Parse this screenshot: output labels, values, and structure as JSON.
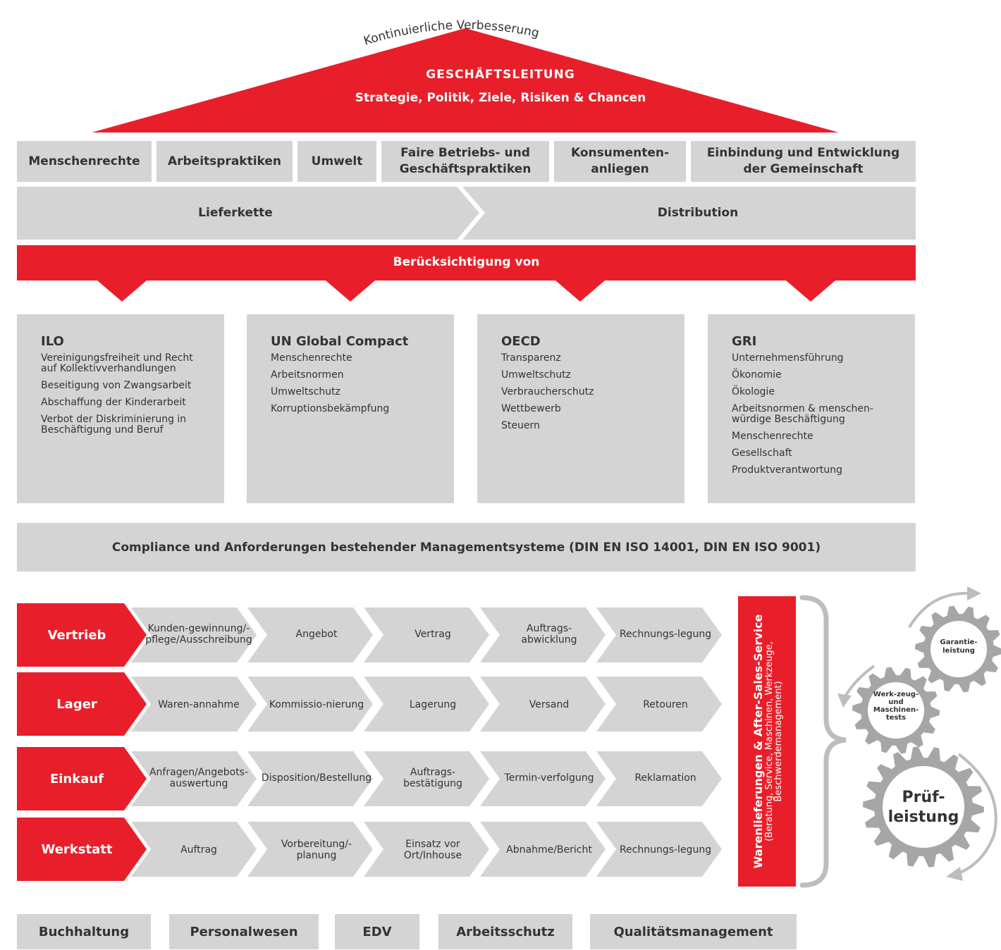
{
  "roof": {
    "arc_text": "Kontinuierliche Verbesserung",
    "title": "GESCHÄFTSLEITUNG",
    "subtitle": "Strategie, Politik, Ziele, Risiken & Chancen"
  },
  "pillars": [
    "Menschenrechte",
    "Arbeitspraktiken",
    "Umwelt",
    "Faire Betriebs- und Geschäftspraktiken",
    "Konsumenten-anliegen",
    "Einbindung und Entwicklung der Gemeinschaft"
  ],
  "chain": {
    "left": "Lieferkette",
    "right": "Distribution"
  },
  "consideration": "Berücksichtigung von",
  "standards": [
    {
      "title": "ILO",
      "items": [
        "Vereinigungsfreiheit und Recht auf Kollektivverhandlungen",
        "Beseitigung von Zwangsarbeit",
        "Abschaffung der Kinderarbeit",
        "Verbot der Diskriminierung in Beschäftigung und Beruf"
      ]
    },
    {
      "title": "UN Global Compact",
      "items": [
        "Menschenrechte",
        "Arbeitsnormen",
        "Umweltschutz",
        "Korruptionsbekämpfung"
      ]
    },
    {
      "title": "OECD",
      "items": [
        "Transparenz",
        "Umweltschutz",
        "Verbraucherschutz",
        "Wettbewerb",
        "Steuern"
      ]
    },
    {
      "title": "GRI",
      "items": [
        "Unternehmensführung",
        "Ökonomie",
        "Ökologie",
        "Arbeitsnormen & menschen-würdige Beschäftigung",
        "Menschenrechte",
        "Gesellschaft",
        "Produktverantwortung"
      ]
    }
  ],
  "compliance": "Compliance und Anforderungen bestehender Managementsysteme (DIN EN ISO 14001, DIN EN ISO 9001)",
  "processes": [
    {
      "name": "Vertrieb",
      "steps": [
        "Kunden-gewinnung/-pflege/Ausschreibung",
        "Angebot",
        "Vertrag",
        "Auftrags-abwicklung",
        "Rechnungs-legung"
      ]
    },
    {
      "name": "Lager",
      "steps": [
        "Waren-annahme",
        "Kommissio-nierung",
        "Lagerung",
        "Versand",
        "Retouren"
      ]
    },
    {
      "name": "Einkauf",
      "steps": [
        "Anfragen/Angebots-auswertung",
        "Disposition/Bestellung",
        "Auftrags-bestätigung",
        "Termin-verfolgung",
        "Reklamation"
      ]
    },
    {
      "name": "Werkstatt",
      "steps": [
        "Auftrag",
        "Vorbereitung/-planung",
        "Einsatz vor Ort/Inhouse",
        "Abnahme/Bericht",
        "Rechnungs-legung"
      ]
    }
  ],
  "service": {
    "title": "Warenlieferungen & After-Sales-Service",
    "subtitle": "(Beratung, Service, Maschinen, Werkzeuge, Beschwerdemanagement)"
  },
  "gears": {
    "small": "Garantie-leistung",
    "medium": "Werk-zeug- und Maschinen-tests",
    "large": "Prüf-leistung"
  },
  "departments": [
    "Buchhaltung",
    "Personalwesen",
    "EDV",
    "Arbeitsschutz",
    "Qualitätsmanagement"
  ],
  "colors": {
    "accent": "#e81f2a",
    "panel": "#d4d4d4",
    "gear": "#a6a6a6",
    "text": "#333333"
  }
}
